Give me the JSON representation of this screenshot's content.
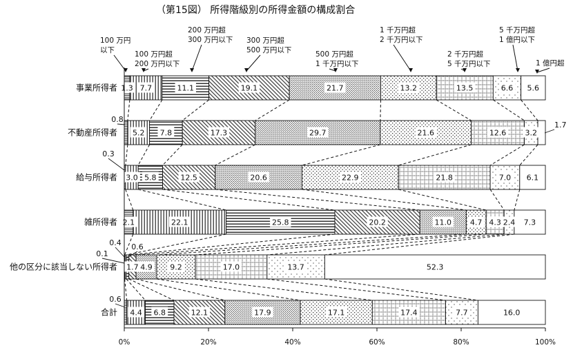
{
  "chart_data": {
    "type": "bar",
    "orientation": "horizontal",
    "stacked": "100%",
    "title": "（第15図） 所得階級別の所得金額の構成割合",
    "categories": [
      "事業所得者",
      "不動産所得者",
      "給与所得者",
      "雑所得者",
      "他の区分に該当しない所得者",
      "合計"
    ],
    "bands": [
      [
        "100 万円",
        "以下"
      ],
      [
        "100 万円超",
        "200 万円以下"
      ],
      [
        "200 万円超",
        "300 万円以下"
      ],
      [
        "300 万円超",
        "500 万円以下"
      ],
      [
        "500 万円超",
        "1 千万円以下"
      ],
      [
        "1 千万円超",
        "2 千万円以下"
      ],
      [
        "2 千万円超",
        "5 千万円以下"
      ],
      [
        "5 千万円超",
        "1 億円以下"
      ],
      [
        "1 億円超"
      ]
    ],
    "values": [
      [
        1.3,
        7.7,
        11.1,
        19.1,
        21.7,
        13.2,
        13.5,
        6.6,
        5.6
      ],
      [
        0.8,
        5.2,
        7.8,
        17.3,
        29.7,
        21.6,
        12.6,
        3.2,
        1.7
      ],
      [
        0.3,
        3.0,
        5.8,
        12.5,
        20.6,
        22.9,
        21.8,
        7.0,
        6.1
      ],
      [
        2.1,
        22.1,
        25.8,
        20.2,
        11.0,
        4.7,
        4.3,
        2.4,
        7.3
      ],
      [
        0.1,
        0.4,
        0.6,
        1.7,
        4.9,
        9.2,
        17.0,
        13.7,
        52.3
      ],
      [
        0.6,
        4.4,
        6.8,
        12.1,
        17.9,
        17.1,
        17.4,
        7.7,
        16.0
      ]
    ],
    "value_labels": [
      [
        "1.3",
        "7.7",
        "11.1",
        "19.1",
        "21.7",
        "13.2",
        "13.5",
        "6.6",
        "5.6"
      ],
      [
        "0.8",
        "5.2",
        "7.8",
        "17.3",
        "29.7",
        "21.6",
        "12.6",
        "3.2",
        "1.7"
      ],
      [
        "0.3",
        "3.0",
        "5.8",
        "12.5",
        "20.6",
        "22.9",
        "21.8",
        "7.0",
        "6.1"
      ],
      [
        "2.1",
        "22.1",
        "25.8",
        "20.2",
        "11.0",
        "4.7",
        "4.3",
        "2.4",
        "7.3"
      ],
      [
        "0.1",
        "0.4",
        "0.6",
        "1.7",
        "4.9",
        "9.2",
        "17.0",
        "13.7",
        "52.3"
      ],
      [
        "0.6",
        "4.4",
        "6.8",
        "12.1",
        "17.9",
        "17.1",
        "17.4",
        "7.7",
        "16.0"
      ]
    ],
    "xlim": [
      0,
      100
    ],
    "xticks": [
      "0%",
      "20%",
      "40%",
      "60%",
      "80%",
      "100%"
    ],
    "grid": false,
    "legend": "top",
    "colors": {
      "ink": "#111111",
      "bg": "#ffffff"
    }
  }
}
